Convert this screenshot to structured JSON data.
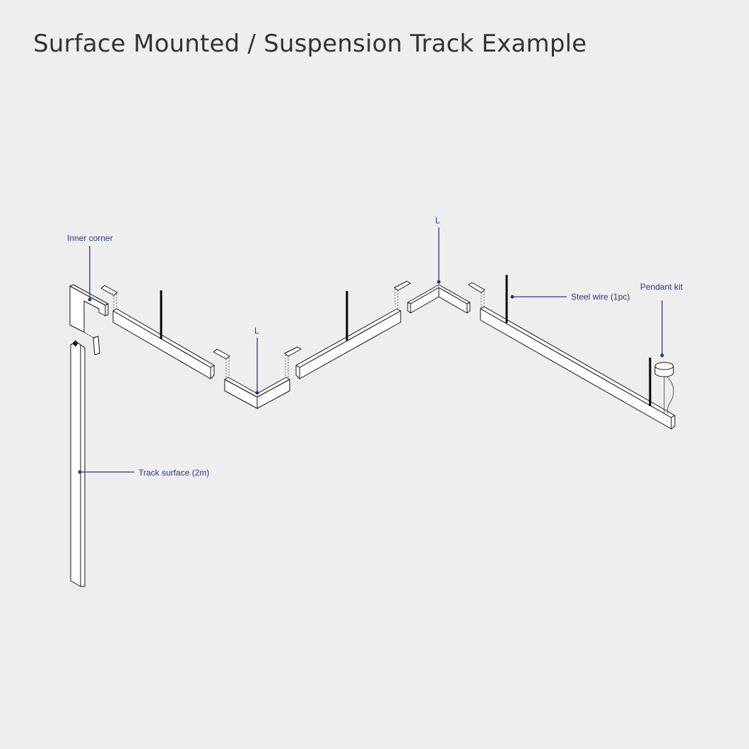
{
  "title": "Surface Mounted / Suspension Track Example",
  "labels": {
    "inner_corner": "Inner corner",
    "l_corner_1": "L",
    "l_corner_2": "L",
    "steel_wire": "Steel wire (1pc)",
    "pendant_kit": "Pendant kit",
    "track_surface": "Track surface (2m)"
  },
  "colors": {
    "label": "#2a3580",
    "background": "#eeeeee",
    "title": "#333333"
  }
}
